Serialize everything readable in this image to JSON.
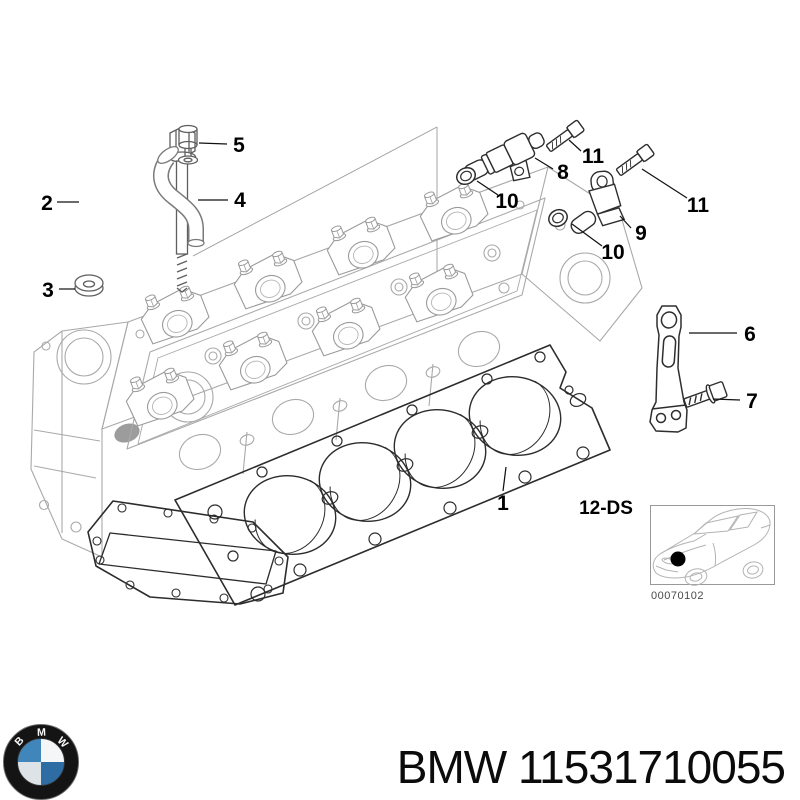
{
  "diagram": {
    "callouts": [
      {
        "label": "1"
      },
      {
        "label": "2"
      },
      {
        "label": "3"
      },
      {
        "label": "4"
      },
      {
        "label": "5"
      },
      {
        "label": "6"
      },
      {
        "label": "7"
      },
      {
        "label": "8"
      },
      {
        "label": "9"
      },
      {
        "label": "10"
      },
      {
        "label": "10"
      },
      {
        "label": "11"
      },
      {
        "label": "11"
      }
    ],
    "inset": {
      "section_code": "12-DS",
      "image_code": "00070102"
    }
  },
  "footer": {
    "text": "BMW 11531710055",
    "logo_letters": [
      "B",
      "M",
      "W"
    ]
  },
  "colors": {
    "line_light": "#a9a9a9",
    "line_medium": "#5f5f5f",
    "line_dark": "#2e2e2e",
    "label": "#000000",
    "logo_blue_light": "#4186bb",
    "logo_blue_dark": "#2e6da4",
    "logo_ring": "#141414"
  }
}
